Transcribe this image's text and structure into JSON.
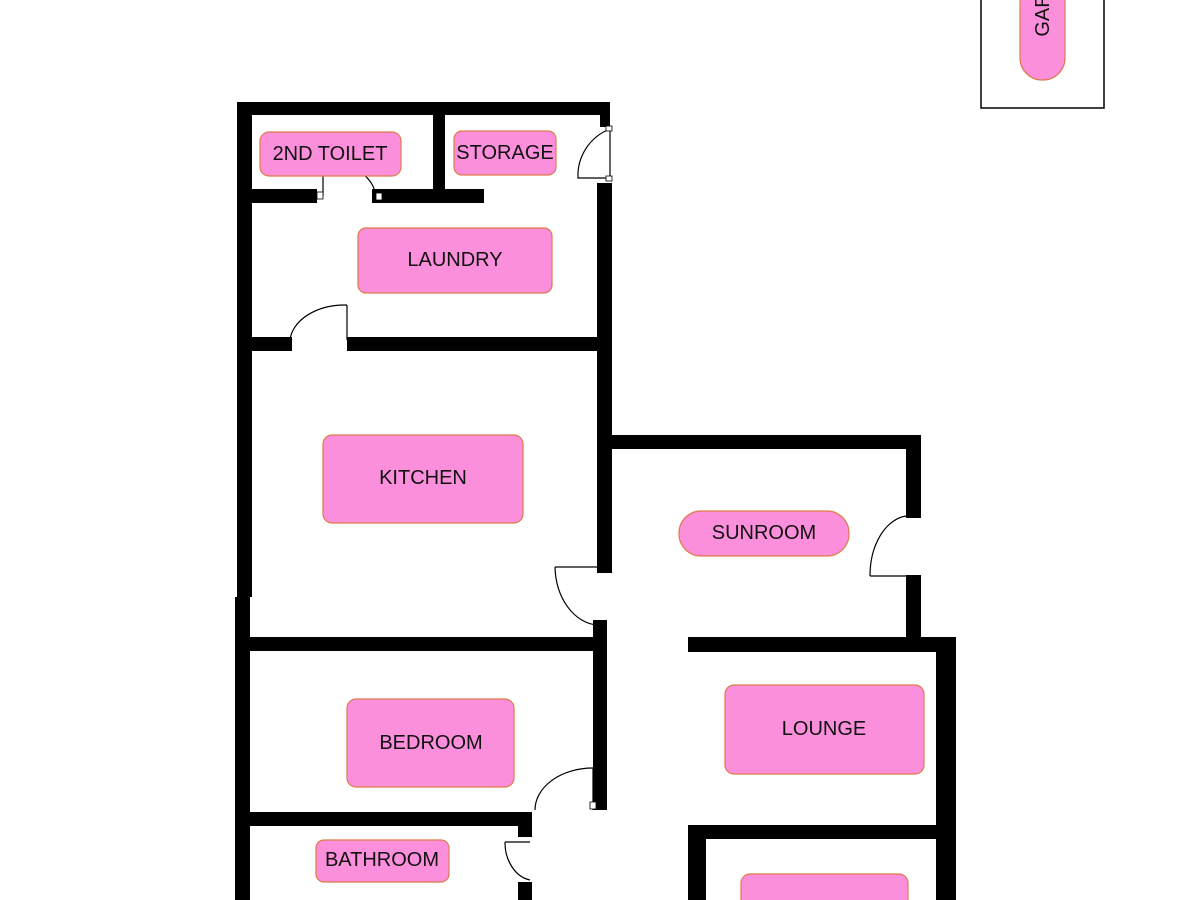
{
  "colors": {
    "wall": "#000000",
    "label_fill": "#fb8fdc",
    "label_border": "#e07a4a",
    "background": "#ffffff"
  },
  "rooms": {
    "second_toilet": "2ND TOILET",
    "storage": "STORAGE",
    "laundry": "LAUNDRY",
    "kitchen": "KITCHEN",
    "sunroom": "SUNROOM",
    "bedroom": "BEDROOM",
    "lounge": "LOUNGE",
    "bathroom": "BATHROOM",
    "garage": "GAR",
    "bottom_room": ""
  }
}
